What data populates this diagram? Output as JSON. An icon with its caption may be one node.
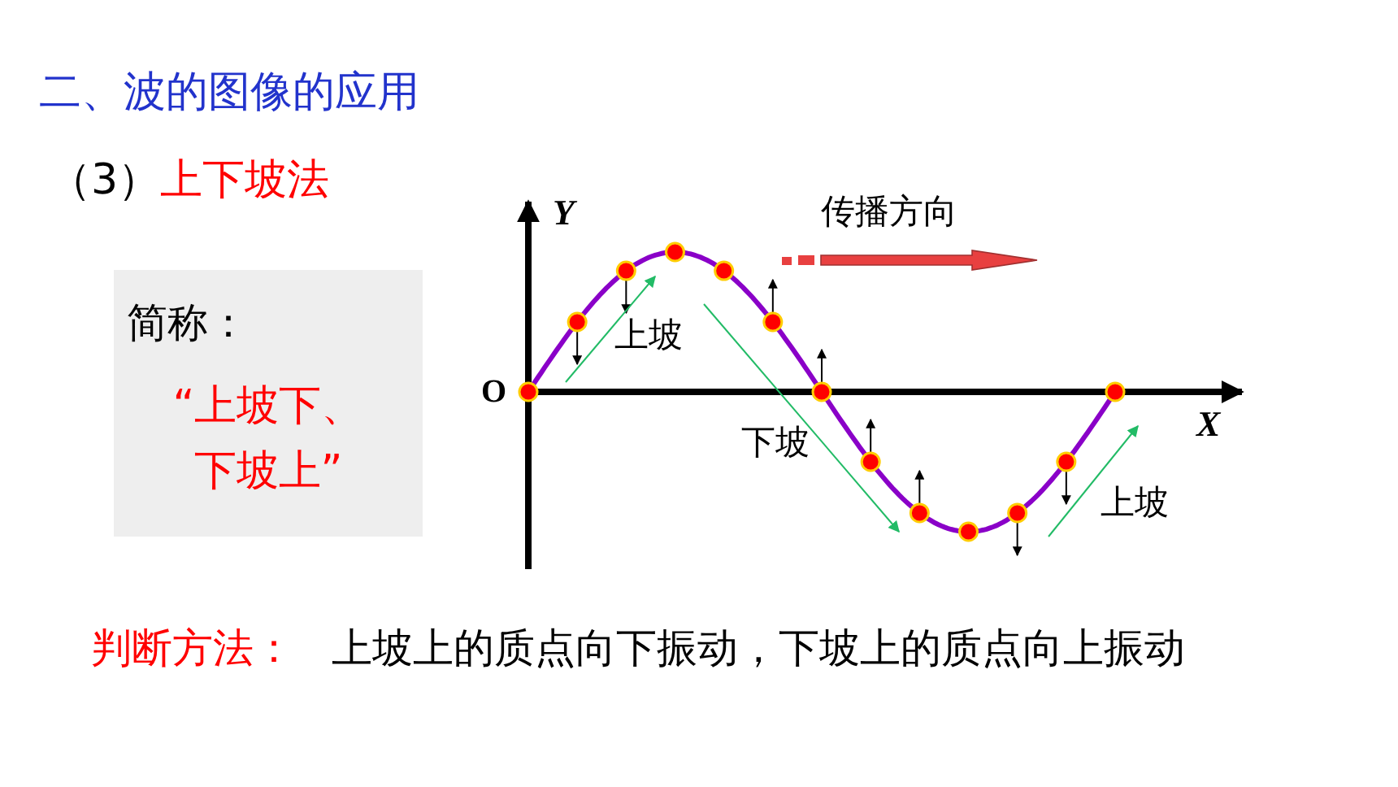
{
  "diagram": {
    "title": "二、波的图像的应用",
    "nodes": [
      {
        "text": [
          "简称：",
          "“上坡下、下坡上”"
        ]
      }
    ],
    "labels": [
      "（3）*上下坡法*",
      "Y",
      "传播方向",
      "O",
      "上坡",
      "X",
      "下坡",
      "上坡",
      "判断方法：",
      "上坡上的质点向下振动，下坡上的质点向上振动"
    ]
  }
}
